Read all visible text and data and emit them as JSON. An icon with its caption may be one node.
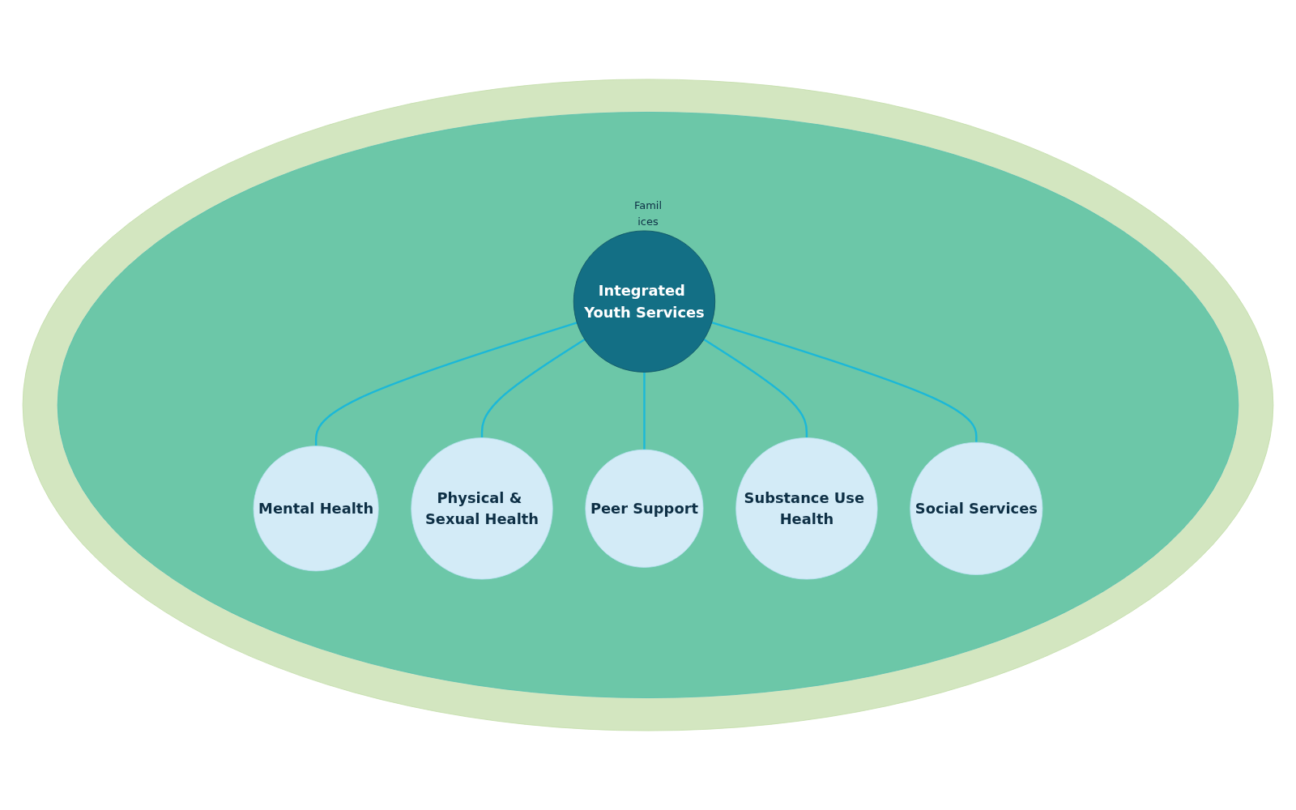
{
  "diagram": {
    "nodes": [
      {
        "text": [],
        "shape": "circle"
      },
      {
        "text": [
          "Famil",
          "ices"
        ],
        "in": 0
      },
      {
        "text": [
          "Mental Health"
        ],
        "in": 1
      },
      {
        "text": [
          "Physical & Sexual Health"
        ],
        "in": 1
      },
      {
        "text": [
          "Integrated Youth Services"
        ],
        "in": 1
      },
      {
        "text": [
          "Peer Support"
        ],
        "in": 1
      },
      {
        "text": [
          "Substance Use Health"
        ],
        "in": 1
      },
      {
        "text": [
          "Social Services"
        ],
        "in": 1
      }
    ],
    "edges": [
      {
        "from": 4,
        "to": 2,
        "arrow": "none"
      },
      {
        "from": 4,
        "to": 3,
        "arrow": "none"
      },
      {
        "from": 4,
        "to": 5,
        "arrow": "none"
      },
      {
        "from": 4,
        "to": 6,
        "arrow": "none"
      },
      {
        "from": 4,
        "to": 7,
        "arrow": "none"
      }
    ]
  }
}
